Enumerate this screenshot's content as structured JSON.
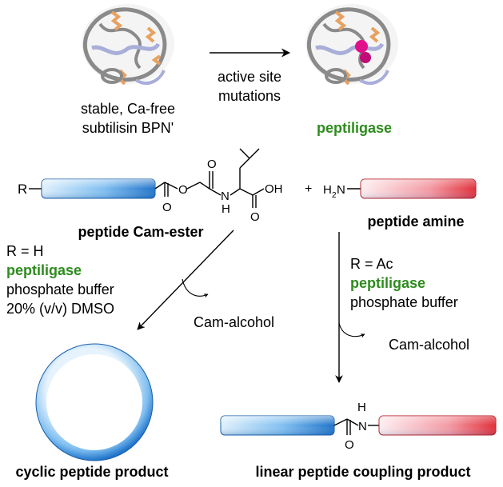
{
  "top": {
    "arrow_label_line1": "active site",
    "arrow_label_line2": "mutations",
    "left_label_line1": "stable, Ca-free",
    "left_label_line2": "subtilisin BPN'",
    "right_label": "peptiligase"
  },
  "reactants": {
    "r_group": "R",
    "cam_ester_label": "peptide Cam-ester",
    "plus": "+",
    "amine_label": "peptide amine",
    "oh": "OH",
    "o_ester": "O",
    "o_carbonyl_ester": "O",
    "o_amide": "O",
    "o_acid": "O",
    "nh": "N",
    "nh_h": "H",
    "amine_h2": "H",
    "amine_sub": "2",
    "amine_n": "N"
  },
  "left_path": {
    "r_condition": "R = H",
    "enzyme": "peptiligase",
    "buffer": "phosphate buffer",
    "solvent": "20% (v/v) DMSO",
    "byproduct": "Cam-alcohol",
    "product_label": "cyclic peptide product"
  },
  "right_path": {
    "r_condition": "R = Ac",
    "enzyme": "peptiligase",
    "buffer": "phosphate buffer",
    "byproduct": "Cam-alcohol",
    "product_label": "linear peptide coupling product",
    "amide_h": "H",
    "amide_n": "N",
    "amide_o": "O"
  },
  "colors": {
    "blue_dark": "#1f73c9",
    "blue_light": "#d6ecfb",
    "red_dark": "#e0303a",
    "red_light": "#fde3e6",
    "green_text": "#2e8b1e",
    "protein_gray": "#8a8a8a",
    "protein_orange": "#e8a160",
    "protein_lavender": "#a8aed8",
    "active_site_magenta": "#e0108a"
  }
}
